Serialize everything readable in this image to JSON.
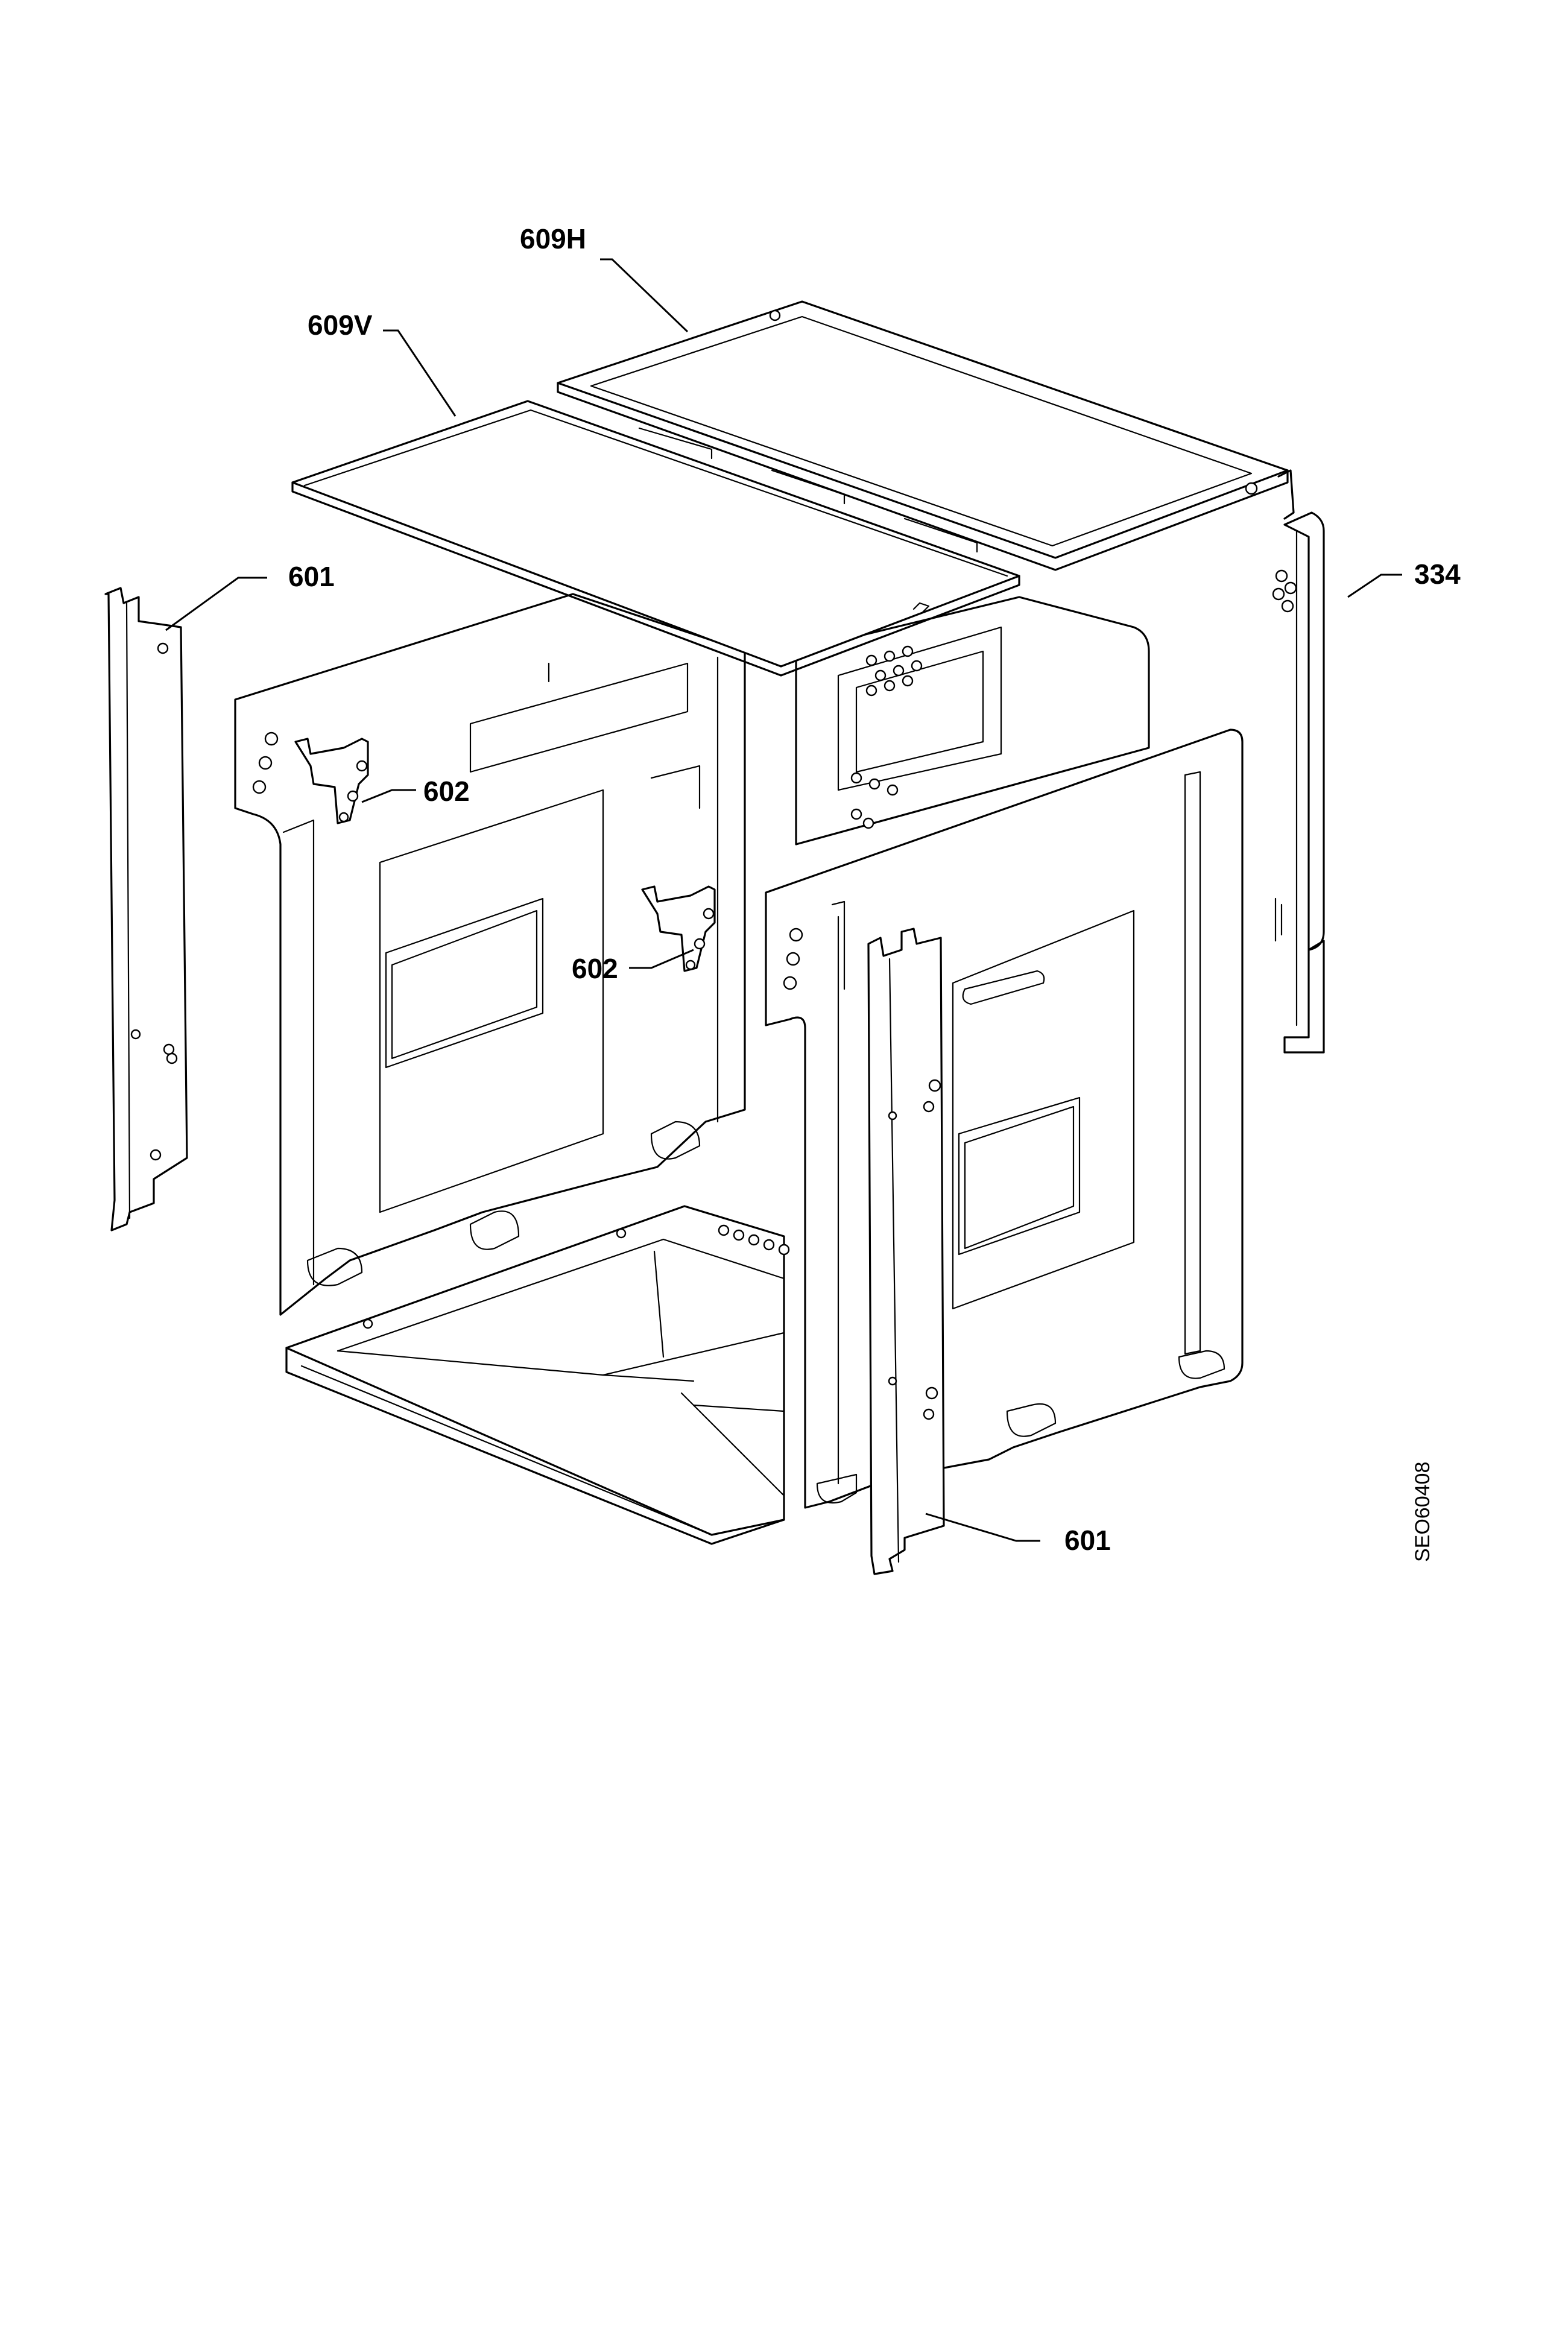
{
  "labels": {
    "top_rear": "609H",
    "top_front": "609V",
    "side_strip_left": "601",
    "side_strip_right": "601",
    "bracket_left": "602",
    "bracket_center": "602",
    "back_panel": "334"
  },
  "drawing_code": "SEO60408"
}
